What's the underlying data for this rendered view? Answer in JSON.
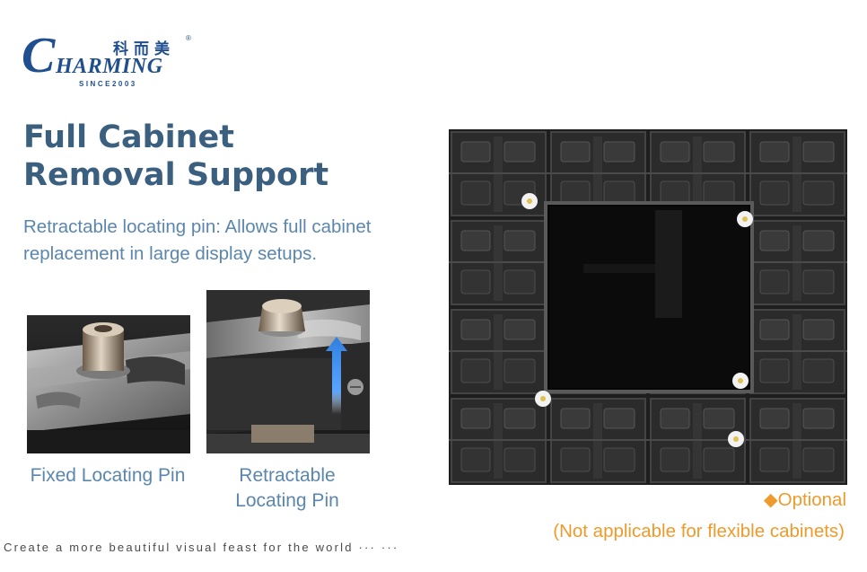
{
  "logo": {
    "chinese": "科而美",
    "registered": "®",
    "letter": "C",
    "word": "HARMING",
    "since": "SINCE2003"
  },
  "title": {
    "line1": "Full Cabinet",
    "line2": "Removal Support"
  },
  "subtitle": {
    "line1": "Retractable locating pin: Allows full cabinet",
    "line2": "replacement in large display setups."
  },
  "captions": {
    "fixed": "Fixed Locating Pin",
    "retractable_line1": "Retractable",
    "retractable_line2": "Locating Pin"
  },
  "optional": "◆Optional",
  "note": "(Not applicable for flexible cabinets)",
  "footer": "Create a more beautiful visual feast for the world ··· ···",
  "colors": {
    "brand_blue": "#1f4f8f",
    "title": "#3b5f7f",
    "text_blue": "#5b86ad",
    "accent_orange": "#ee9a2c"
  }
}
